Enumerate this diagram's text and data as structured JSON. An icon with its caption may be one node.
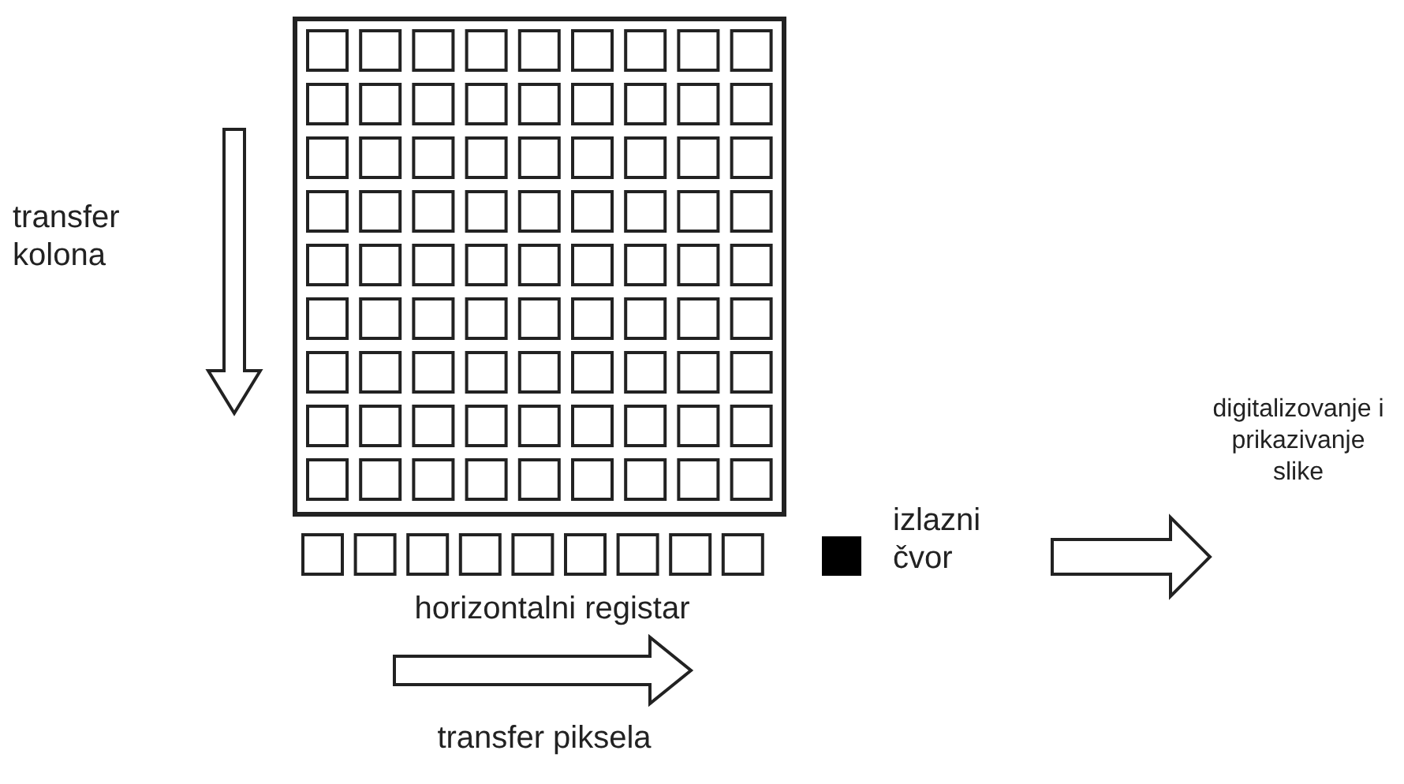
{
  "diagram": {
    "nodes": [
      {
        "text": [
          "izlazni čvor"
        ]
      },
      {
        "text": [
          "digitalizovanje i prikazivanje slike"
        ]
      }
    ],
    "edges": [
      {
        "from": 0,
        "to": 1,
        "arrow": "to"
      }
    ],
    "labels": [
      "transfer kolona",
      "horizontalni registar",
      "transfer piksela"
    ]
  }
}
